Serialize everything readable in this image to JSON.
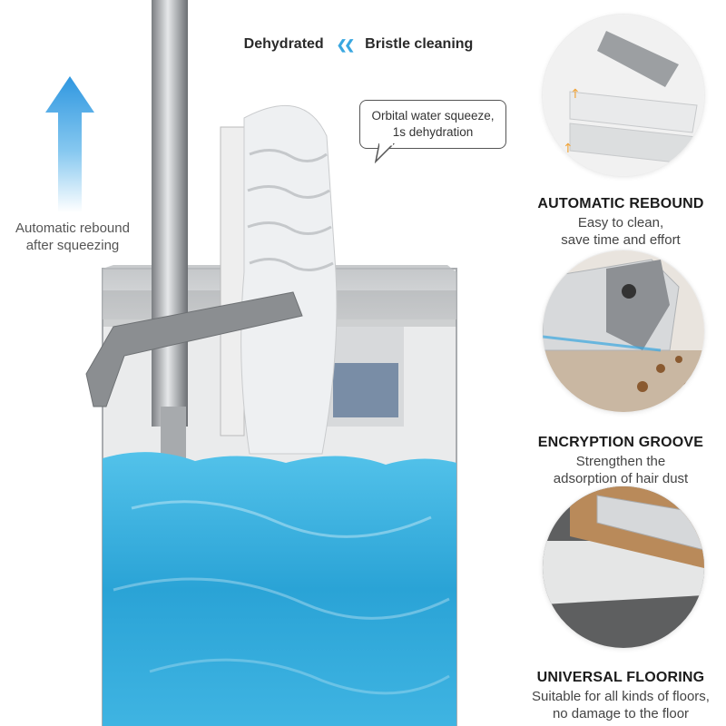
{
  "header": {
    "left_label": "Dehydrated",
    "separator_icon": "double-chevron-left-icon",
    "right_label": "Bristle cleaning"
  },
  "rebound_note": {
    "line1": "Automatic rebound",
    "line2": "after squeezing",
    "arrow_icon": "up-arrow-icon"
  },
  "callout": {
    "line1": "Orbital water squeeze,",
    "line2": "1s dehydration"
  },
  "features": [
    {
      "title": "AUTOMATIC REBOUND",
      "desc_line1": "Easy to clean,",
      "desc_line2": "save time and effort",
      "image": "sponge-rebound-closeup"
    },
    {
      "title": "ENCRYPTION GROOVE",
      "desc_line1": "Strengthen the",
      "desc_line2": "adsorption of hair dust",
      "image": "groove-sponge-closeup"
    },
    {
      "title": "UNIVERSAL FLOORING",
      "desc_line1": "Suitable for all kinds of floors,",
      "desc_line2": "no damage to the floor",
      "image": "floor-types-closeup"
    }
  ],
  "colors": {
    "accent_blue": "#3aa7e0",
    "water_blue": "#2fa9d8",
    "bucket_gray": "#8a8d90"
  }
}
